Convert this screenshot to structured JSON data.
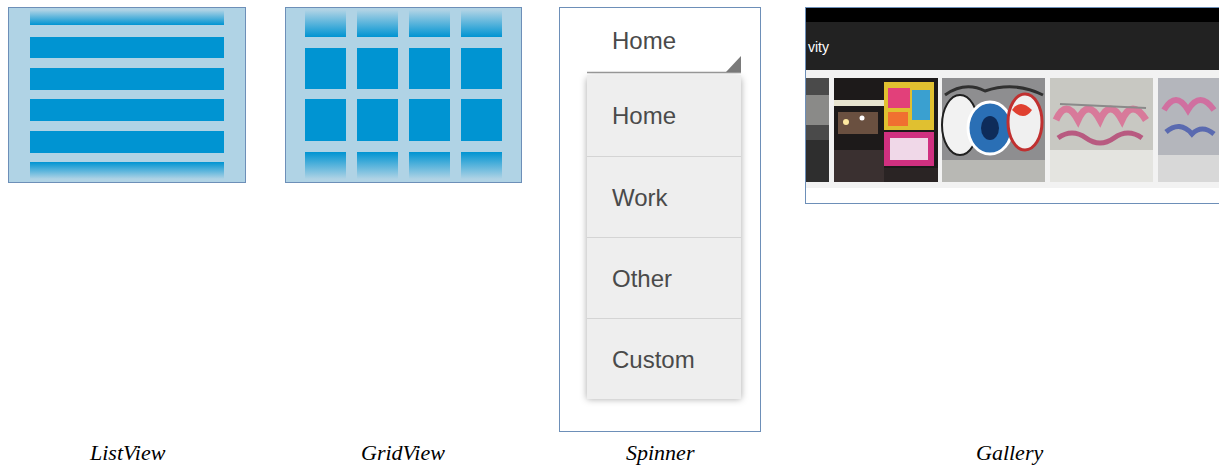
{
  "diagram": {
    "nodes": [
      {
        "text": [
          "Home"
        ]
      },
      {
        "text": [
          "Home"
        ],
        "in": 0
      },
      {
        "text": [
          "Work"
        ],
        "in": 0
      },
      {
        "text": [
          "Other"
        ],
        "in": 0
      },
      {
        "text": [
          "Custom"
        ],
        "in": 0
      }
    ],
    "labels": [
      "vity",
      "ListView",
      "GridView",
      "Spinner",
      "Gallery"
    ]
  }
}
